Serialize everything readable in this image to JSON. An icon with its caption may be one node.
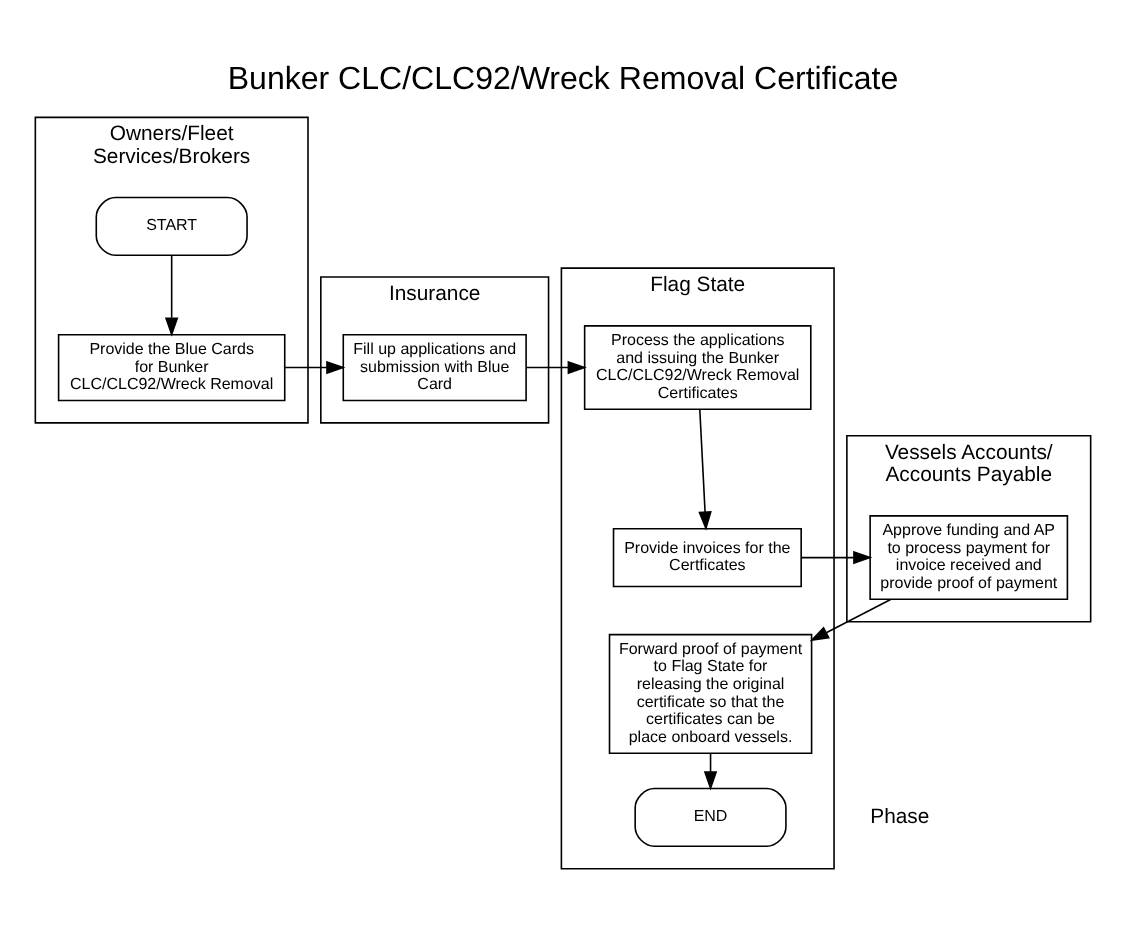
{
  "diagram": {
    "title": "Bunker CLC/CLC92/Wreck Removal Certificate",
    "nodes": [
      {
        "text": [
          "Owners/Fleet Services/Brokers"
        ]
      },
      {
        "text": [
          "START"
        ],
        "in": 0
      },
      {
        "text": [
          "Provide the Blue Cards for Bunker CLC/CLC92/Wreck Removal"
        ],
        "in": 0
      },
      {
        "text": [
          "Insurance"
        ]
      },
      {
        "text": [
          "Fill up applications and submission with Blue Card"
        ],
        "in": 3
      },
      {
        "text": [
          "Flag State"
        ]
      },
      {
        "text": [
          "Process the applications and issuing the Bunker CLC/CLC92/Wreck Removal Certificates"
        ],
        "in": 5
      },
      {
        "text": [
          "Provide invoices for the Certficates"
        ],
        "in": 5
      },
      {
        "text": [
          "Forward proof of payment to Flag State for releasing the original certificate so that the certificates can be place onboard vessels."
        ],
        "in": 5
      },
      {
        "text": [
          "END"
        ],
        "in": 5
      },
      {
        "text": [
          "Vessels Accounts/ Accounts Payable"
        ]
      },
      {
        "text": [
          "Approve funding and AP to process payment for invoice received and provide proof of payment"
        ],
        "in": 10
      }
    ],
    "edges": [
      {
        "from": 1,
        "to": 2,
        "arrow": "to"
      },
      {
        "from": 2,
        "to": 4,
        "arrow": "to"
      },
      {
        "from": 4,
        "to": 6,
        "arrow": "to"
      },
      {
        "from": 6,
        "to": 7,
        "arrow": "to"
      },
      {
        "from": 7,
        "to": 11,
        "arrow": "to"
      },
      {
        "from": 11,
        "to": 8,
        "arrow": "to"
      },
      {
        "from": 8,
        "to": 9,
        "arrow": "to"
      }
    ],
    "labels": [
      "Phase"
    ]
  }
}
